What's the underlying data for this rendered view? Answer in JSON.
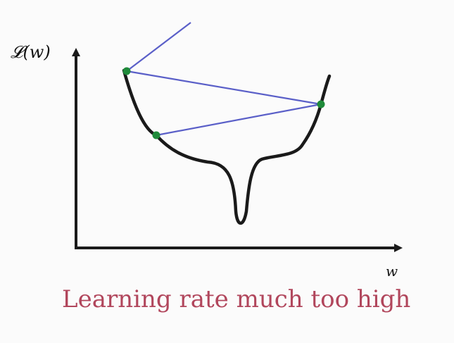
{
  "diagram": {
    "y_axis_label": "𝓛(w)",
    "x_axis_label": "w",
    "caption": "Learning rate much too high",
    "colors": {
      "axes": "#1a1a1a",
      "loss_curve": "#1a1a1a",
      "step_lines": "#5a5fc8",
      "step_points": "#1f8a3a",
      "caption": "#b1465c"
    }
  }
}
